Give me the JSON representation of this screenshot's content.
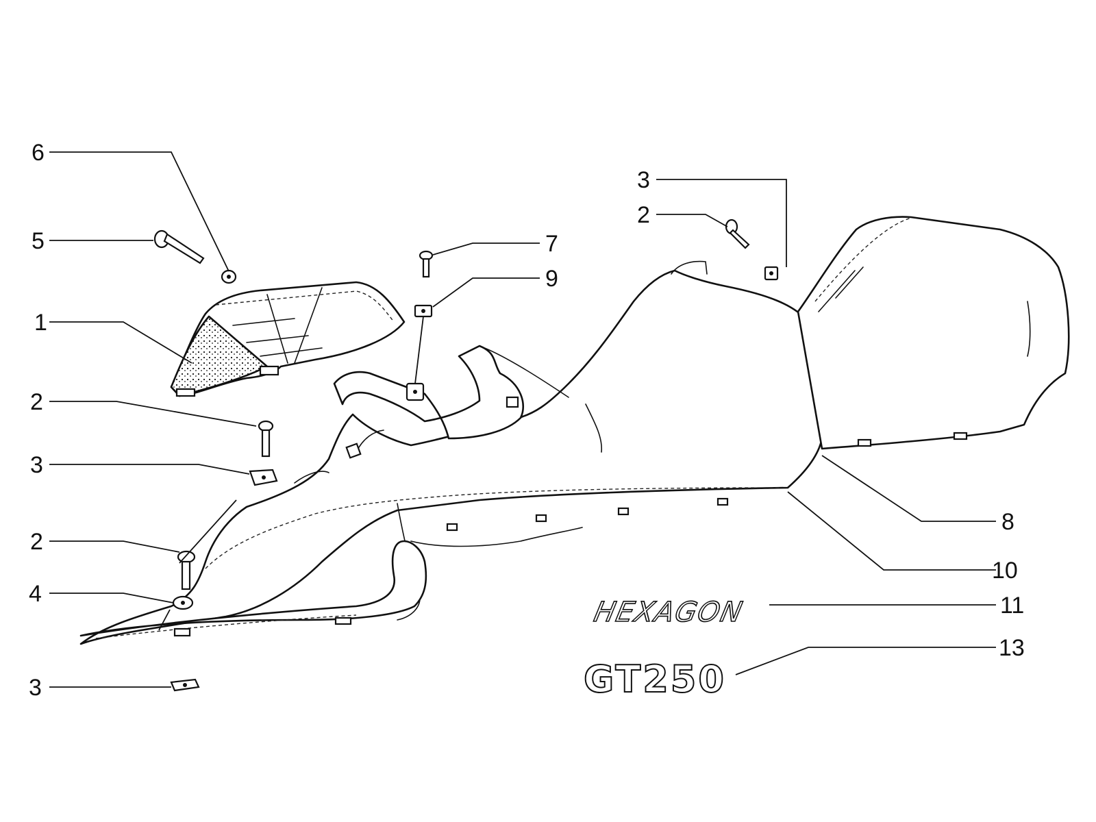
{
  "callouts": {
    "c6": "6",
    "c5": "5",
    "c1": "1",
    "c2a": "2",
    "c3a": "3",
    "c2b": "2",
    "c4": "4",
    "c3b": "3",
    "c7": "7",
    "c9": "9",
    "c3c": "3",
    "c2c": "2",
    "c8": "8",
    "c10": "10",
    "c11": "11",
    "c13": "13"
  },
  "logos": {
    "hexagon": "HEXAGON",
    "gt250": "GT250"
  }
}
